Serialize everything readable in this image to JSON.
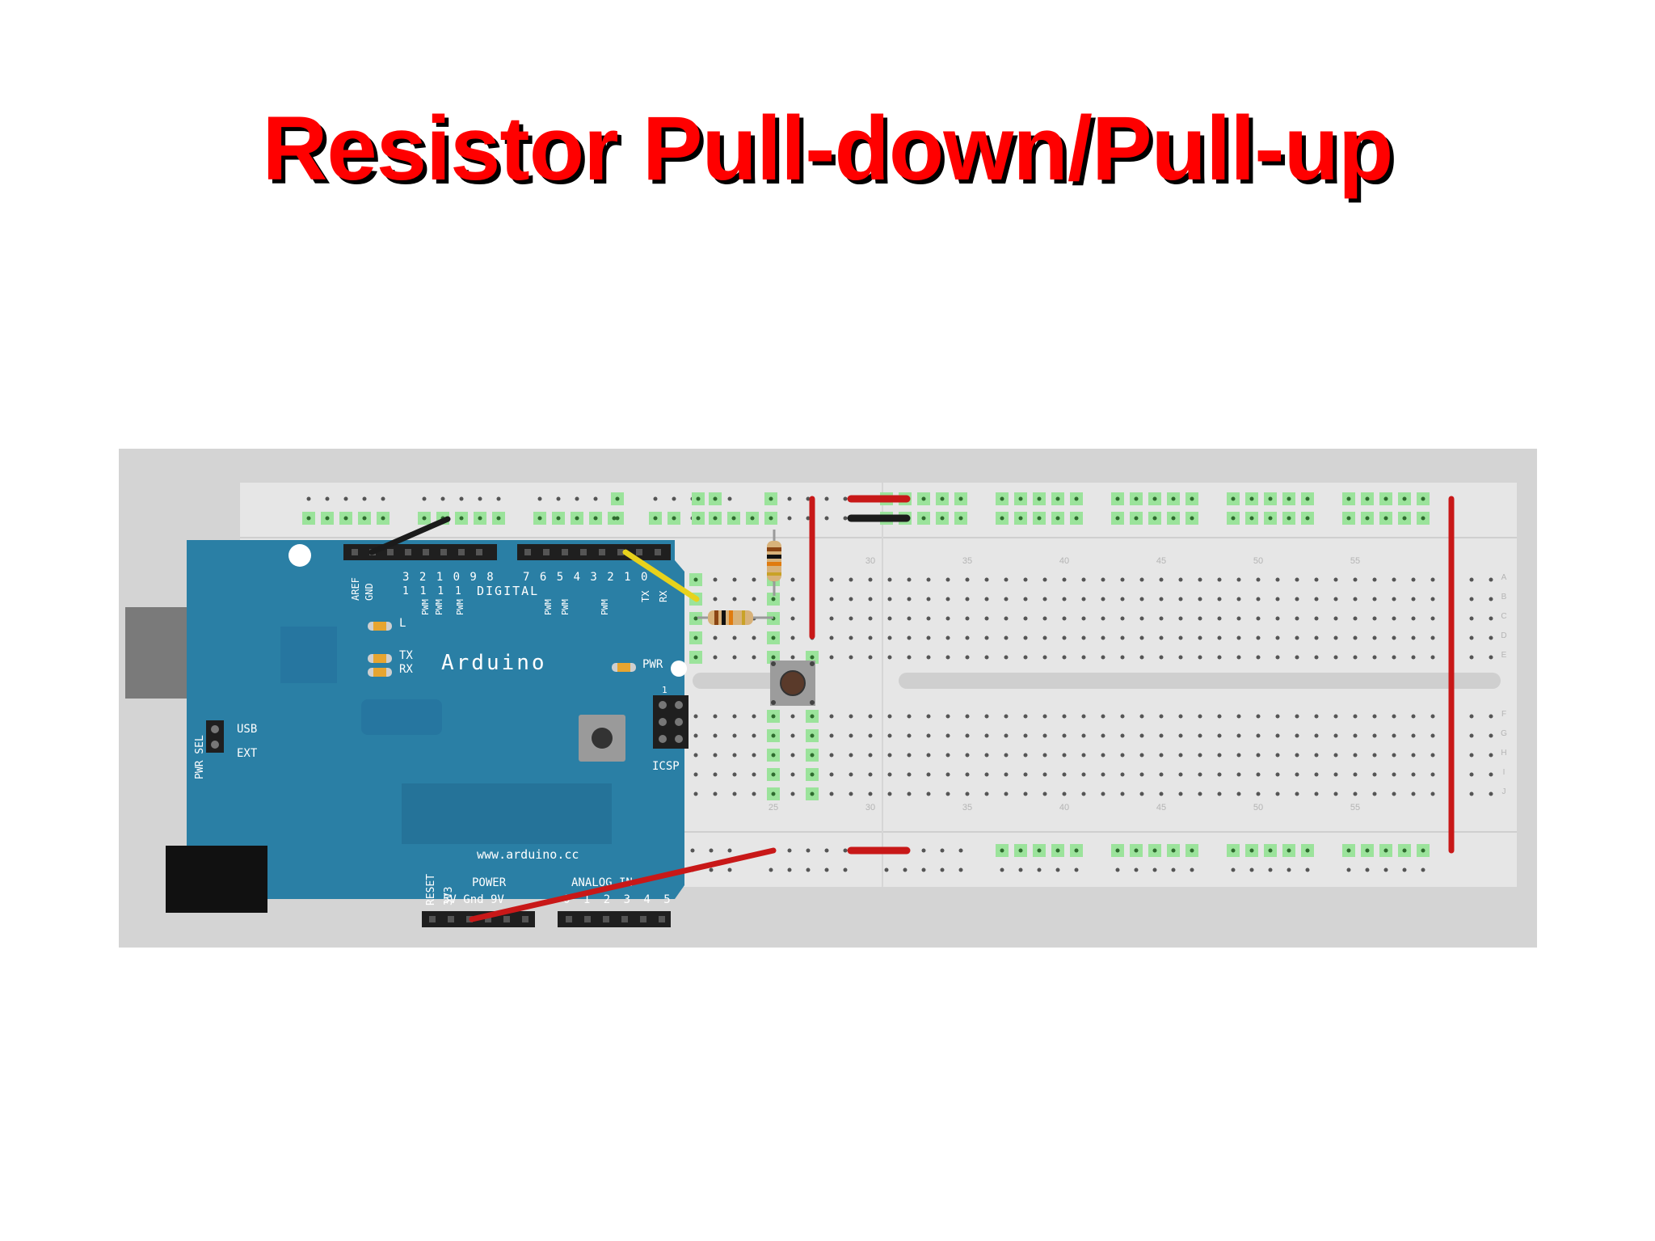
{
  "slide": {
    "title": "Resistor Pull-down/Pull-up"
  },
  "arduino": {
    "brand": "Arduino",
    "url": "www.arduino.cc",
    "labels": {
      "aref": "AREF",
      "gnd": "GND",
      "digital": "DIGITAL",
      "pins_tens": "1 1 1 1",
      "pins_high": "3 2 1 0 9 8",
      "pins_low": "7 6 5 4 3 2 1 0",
      "pwm": "PWM",
      "tx_pin": "TX",
      "rx_pin": "RX",
      "led_l": "L",
      "led_tx": "TX",
      "led_rx": "RX",
      "led_pwr": "PWR",
      "pwr_sel": "PWR SEL",
      "usb": "USB",
      "ext": "EXT",
      "icsp": "ICSP",
      "icsp_pin": "1",
      "reset": "RESET",
      "v3": "3V3",
      "power": "POWER",
      "analog_in": "ANALOG IN",
      "power_pins": "5V Gnd 9V",
      "analog_pins": "0 1 2 3 4 5"
    }
  },
  "breadboard": {
    "top_numbers": [
      "30",
      "35",
      "40",
      "45",
      "50",
      "55"
    ],
    "bottom_numbers": [
      "25",
      "30",
      "35",
      "40",
      "45",
      "50",
      "55"
    ],
    "row_letters_top": [
      "A",
      "B",
      "C",
      "D",
      "E"
    ],
    "row_letters_bottom": [
      "F",
      "G",
      "H",
      "I",
      "J"
    ]
  },
  "colors": {
    "title": "#ff0000",
    "title_shadow": "#000000",
    "board": "#2a7fa5",
    "breadboard": "#e9e9e9",
    "wire_red": "#c81818",
    "wire_black": "#1b1b1b",
    "wire_yellow": "#e8d21c",
    "highlight": "#9be39b"
  }
}
